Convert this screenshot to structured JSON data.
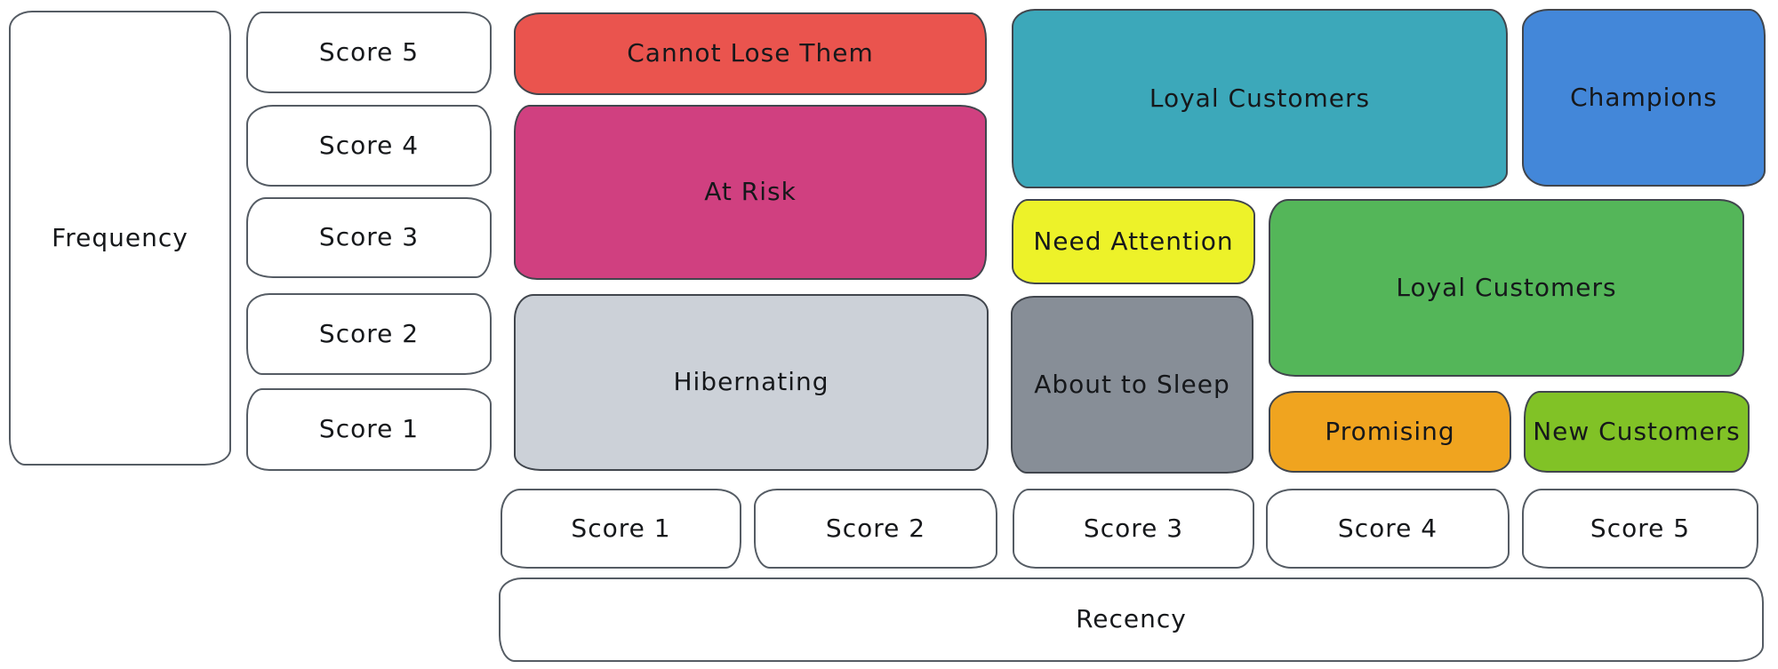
{
  "frequency_axis": {
    "label": "Frequency",
    "scores": [
      "Score 5",
      "Score 4",
      "Score 3",
      "Score 2",
      "Score 1"
    ]
  },
  "recency_axis": {
    "label": "Recency",
    "scores": [
      "Score 1",
      "Score 2",
      "Score 3",
      "Score 4",
      "Score 5"
    ]
  },
  "segments": {
    "cannot_lose_them": {
      "label": "Cannot Lose Them",
      "color": "#ea544e"
    },
    "at_risk": {
      "label": "At Risk",
      "color": "#d04080"
    },
    "hibernating": {
      "label": "Hibernating",
      "color": "#ccd1d8"
    },
    "loyal_customers_top": {
      "label": "Loyal Customers",
      "color": "#3ca8ba"
    },
    "champions": {
      "label": "Champions",
      "color": "#4387d9"
    },
    "need_attention": {
      "label": "Need Attention",
      "color": "#edf229"
    },
    "loyal_customers_mid": {
      "label": "Loyal Customers",
      "color": "#54b659"
    },
    "about_to_sleep": {
      "label": "About to Sleep",
      "color": "#878e97"
    },
    "promising": {
      "label": "Promising",
      "color": "#f0a41f"
    },
    "new_customers": {
      "label": "New Customers",
      "color": "#81c226"
    }
  }
}
